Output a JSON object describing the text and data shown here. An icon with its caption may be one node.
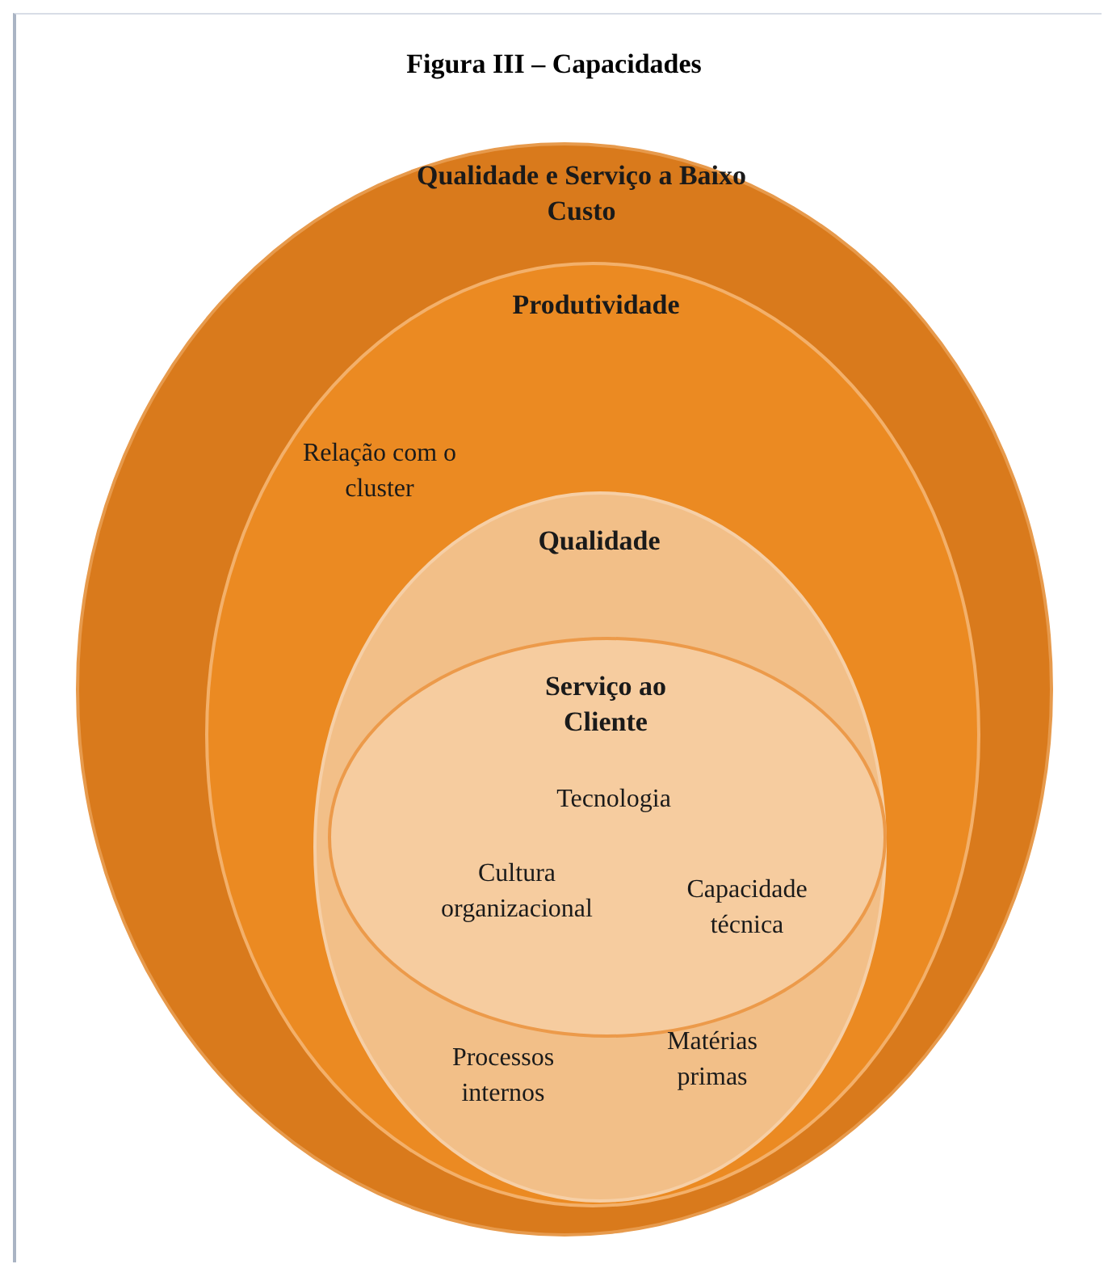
{
  "diagram": {
    "title": "Figura III – Capacidades",
    "nodes": [
      {
        "text": [
          "Qualidade e Serviço a Baixo Custo"
        ]
      },
      {
        "text": [
          "Produtividade",
          "Relação com o cluster"
        ],
        "in": 0
      },
      {
        "text": [
          "Qualidade",
          "Processos internos",
          "Matérias primas"
        ],
        "in": 1
      },
      {
        "text": [
          "Serviço ao Cliente",
          "Tecnologia",
          "Cultura organizacional",
          "Capacidade técnica"
        ],
        "in": 2
      }
    ]
  }
}
